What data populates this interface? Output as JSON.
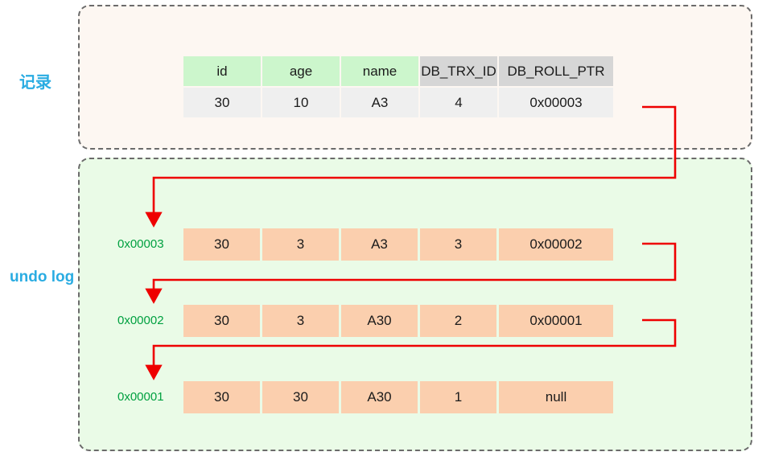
{
  "diagram": {
    "title_labels": {
      "record": "记录",
      "undo_log": "undo log"
    },
    "accent_colors": {
      "label_blue": "#2aace2",
      "arrow_red": "#ee0000",
      "address_green": "#00a040",
      "record_panel_bg": "#fdf7f2",
      "undo_panel_bg": "#eafbe7",
      "header_green": "#ccf6cc",
      "header_gray": "#d6d6d6",
      "record_cell_bg": "#efefef",
      "undo_cell_bg": "#fbcfae"
    }
  },
  "record": {
    "headers": [
      "id",
      "age",
      "name",
      "DB_TRX_ID",
      "DB_ROLL_PTR"
    ],
    "values": [
      "30",
      "10",
      "A3",
      "4",
      "0x00003"
    ]
  },
  "undo_log": {
    "rows": [
      {
        "address": "0x00003",
        "cells": [
          "30",
          "3",
          "A3",
          "3",
          "0x00002"
        ]
      },
      {
        "address": "0x00002",
        "cells": [
          "30",
          "3",
          "A30",
          "2",
          "0x00001"
        ]
      },
      {
        "address": "0x00001",
        "cells": [
          "30",
          "30",
          "A30",
          "1",
          "null"
        ]
      }
    ]
  },
  "arrows": [
    {
      "name": "record-to-undo-0",
      "from": "record.DB_ROLL_PTR",
      "to": "undo_log.rows.0"
    },
    {
      "name": "undo-0-to-undo-1",
      "from": "undo_log.rows.0.DB_ROLL_PTR",
      "to": "undo_log.rows.1"
    },
    {
      "name": "undo-1-to-undo-2",
      "from": "undo_log.rows.1.DB_ROLL_PTR",
      "to": "undo_log.rows.2"
    }
  ]
}
